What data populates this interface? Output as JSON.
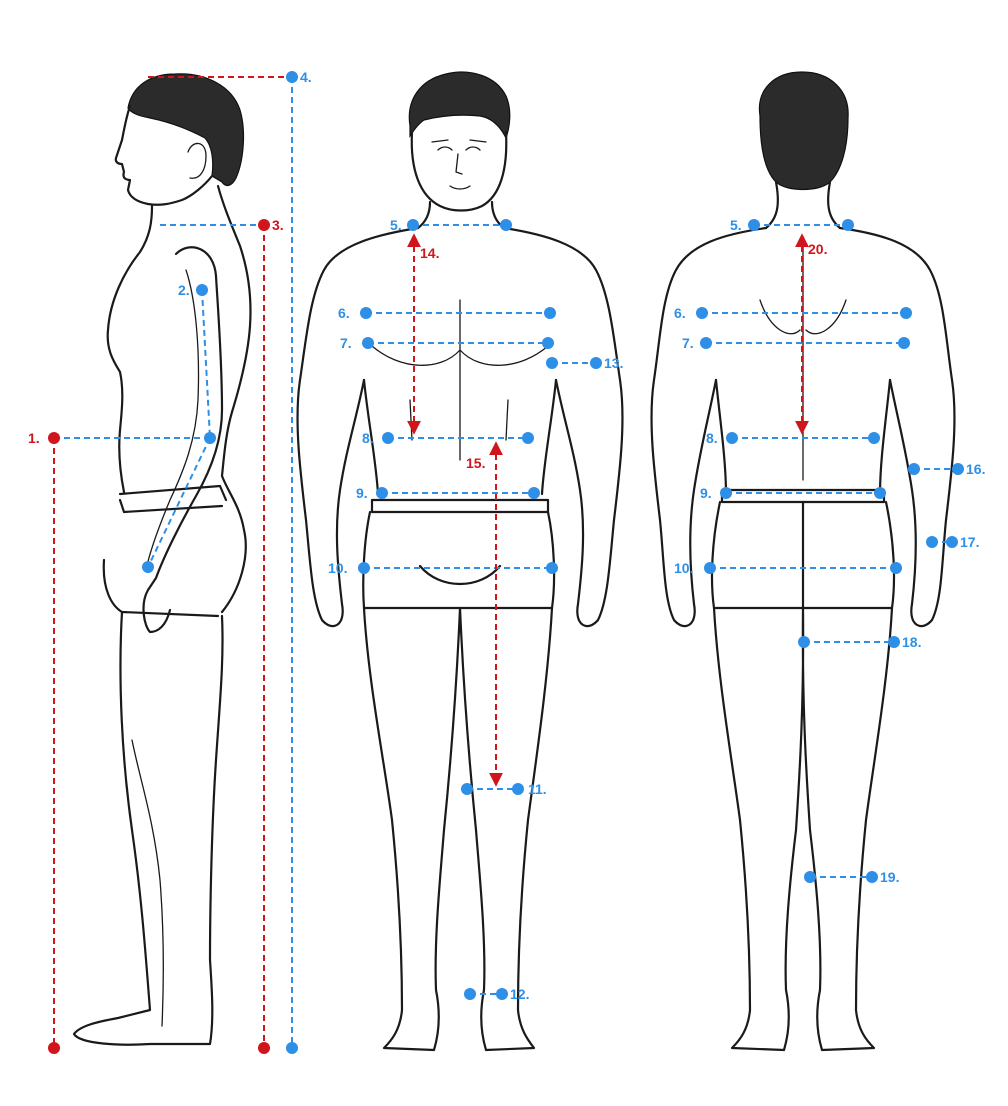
{
  "colors": {
    "blue": "#2e8fe6",
    "red": "#d0161c",
    "outline": "#1a1a1a",
    "hair": "#2b2b2b"
  },
  "figures": [
    "side-view",
    "front-view",
    "back-view"
  ],
  "labels": {
    "m1": "1.",
    "m2": "2.",
    "m3": "3.",
    "m4": "4.",
    "m5a": "5.",
    "m5b": "5.",
    "m6a": "6.",
    "m6b": "6.",
    "m7a": "7.",
    "m7b": "7.",
    "m8a": "8.",
    "m8b": "8.",
    "m9a": "9.",
    "m9b": "9.",
    "m10a": "10.",
    "m10b": "10.",
    "m11": "11.",
    "m12": "12.",
    "m13": "13.",
    "m14": "14.",
    "m15": "15.",
    "m16": "16.",
    "m17": "17.",
    "m18": "18.",
    "m19": "19.",
    "m20": "20."
  }
}
